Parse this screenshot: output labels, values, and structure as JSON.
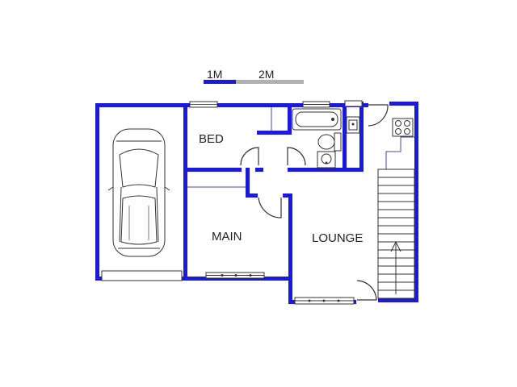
{
  "scale_bar": {
    "label_1": "1M",
    "label_2": "2M",
    "colors": {
      "first_meter": "#1a1adb",
      "second_meter": "#b0b0b0"
    }
  },
  "rooms": {
    "bed": "BED",
    "main": "MAIN",
    "lounge": "LOUNGE"
  },
  "colors": {
    "wall": "#1a1adb",
    "interior_line": "#4a4aa8",
    "fixture": "#333333",
    "background": "#ffffff"
  },
  "icons": [
    "car-icon",
    "bathtub-icon",
    "toilet-icon",
    "basin-icon",
    "stove-icon",
    "stairs-icon",
    "door-swing-icon",
    "window-icon"
  ]
}
